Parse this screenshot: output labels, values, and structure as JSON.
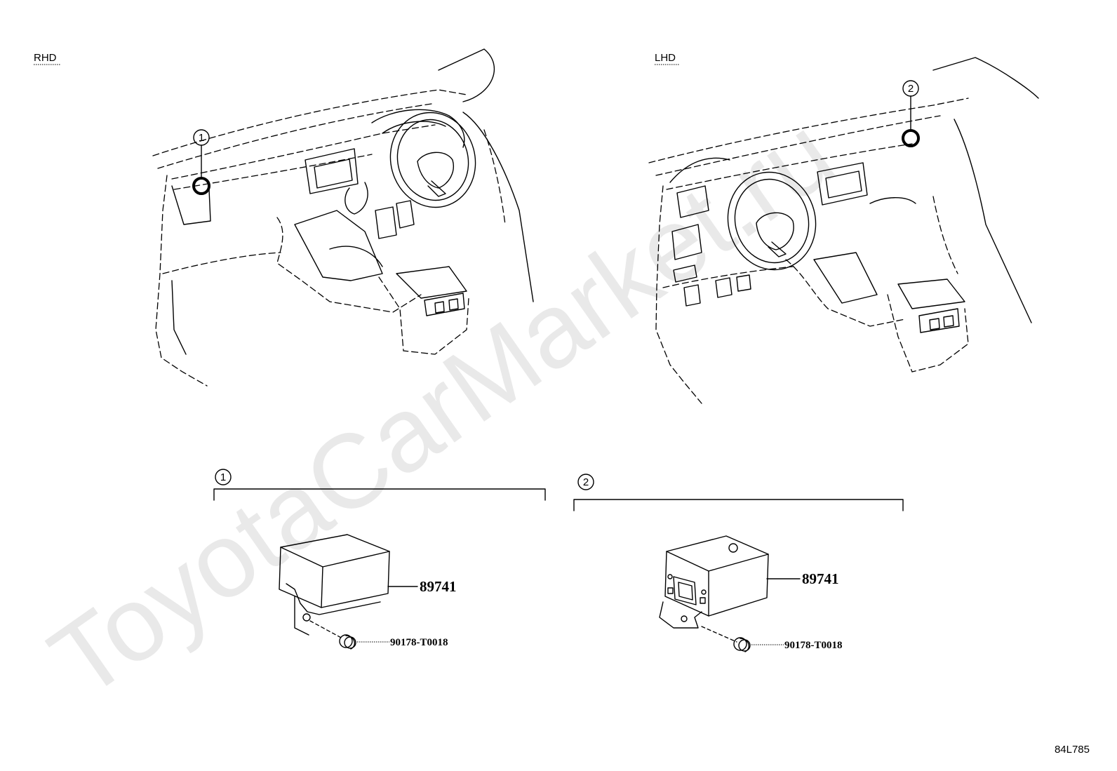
{
  "views": {
    "left_label": "RHD",
    "right_label": "LHD"
  },
  "callouts": {
    "one": "1",
    "two": "2"
  },
  "parts": {
    "module_left": "89741",
    "module_right": "89741",
    "fastener_left": "90178-T0018",
    "fastener_right": "90178-T0018"
  },
  "watermark": "ToyotaCarMarket.ru",
  "diagram_code": "84L785",
  "colors": {
    "ink": "#000000",
    "watermark": "#e9e9e9",
    "background": "#ffffff"
  }
}
